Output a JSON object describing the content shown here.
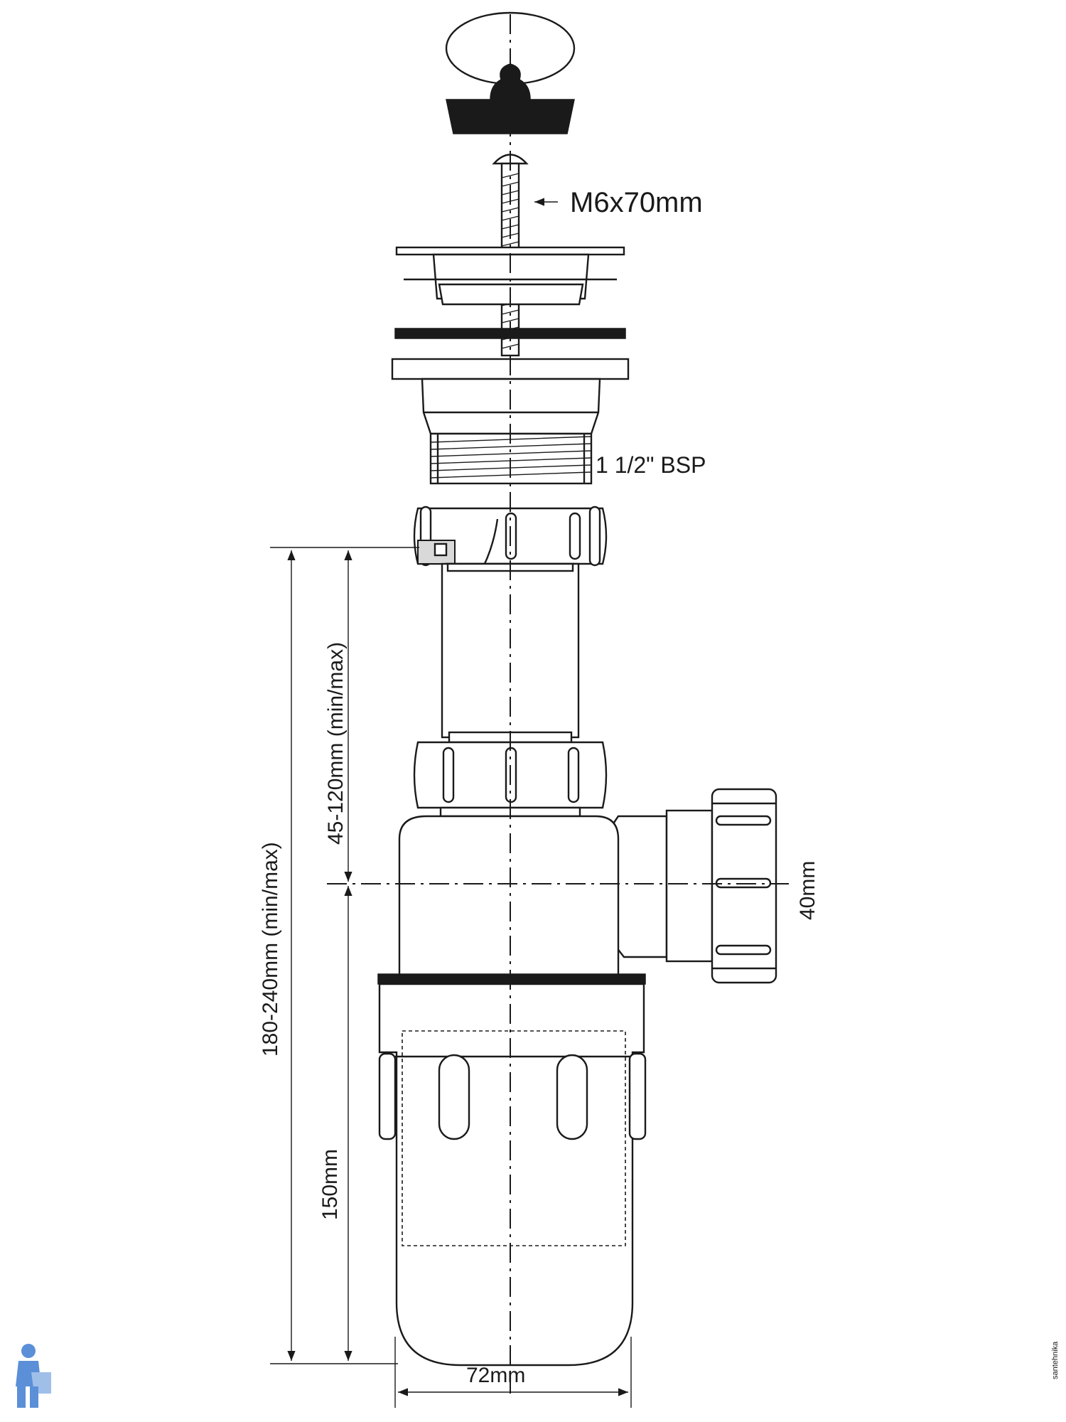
{
  "labels": {
    "bolt": "M6x70mm",
    "thread": "1 1/2\" BSP",
    "total_height": "180-240mm (min/max)",
    "adjust_height": "45-120mm (min/max)",
    "bottle_height": "150mm",
    "outlet": "40mm",
    "width": "72mm"
  },
  "watermark": "santehnika",
  "colors": {
    "line": "#1a1a1a",
    "background": "#ffffff",
    "logo": "#5b8fd8"
  }
}
